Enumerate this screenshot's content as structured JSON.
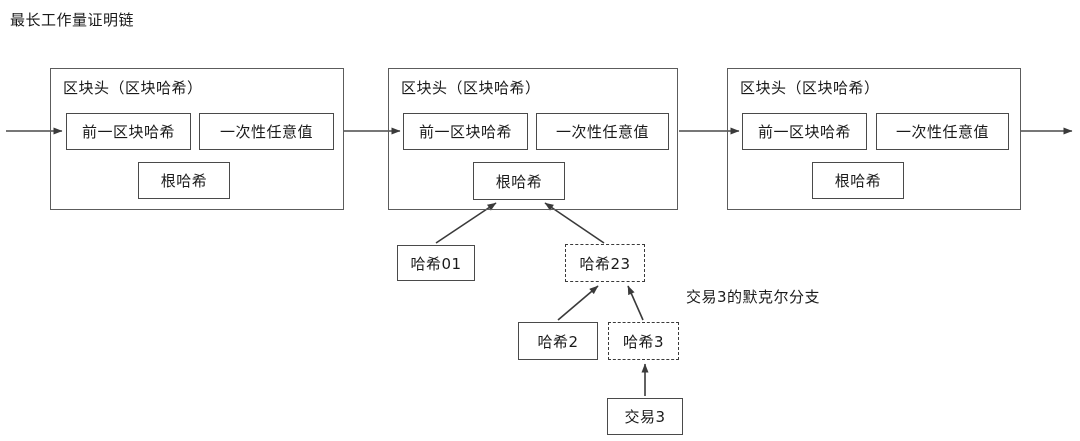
{
  "title": "最长工作量证明链",
  "branch_label": "交易3的默克尔分支",
  "blocks": [
    {
      "header_title": "区块头（区块哈希）",
      "prev_hash": "前一区块哈希",
      "nonce": "一次性任意值",
      "root_hash": "根哈希"
    },
    {
      "header_title": "区块头（区块哈希）",
      "prev_hash": "前一区块哈希",
      "nonce": "一次性任意值",
      "root_hash": "根哈希"
    },
    {
      "header_title": "区块头（区块哈希）",
      "prev_hash": "前一区块哈希",
      "nonce": "一次性任意值",
      "root_hash": "根哈希"
    }
  ],
  "merkle": {
    "hash01": "哈希01",
    "hash23": "哈希23",
    "hash2": "哈希2",
    "hash3": "哈希3",
    "tx3": "交易3"
  },
  "colors": {
    "line": "#4a4a4a",
    "block_border": "#5c5c5c",
    "dashed_border": "#3a3a3a",
    "text": "#1a1a1a",
    "background": "#ffffff"
  }
}
